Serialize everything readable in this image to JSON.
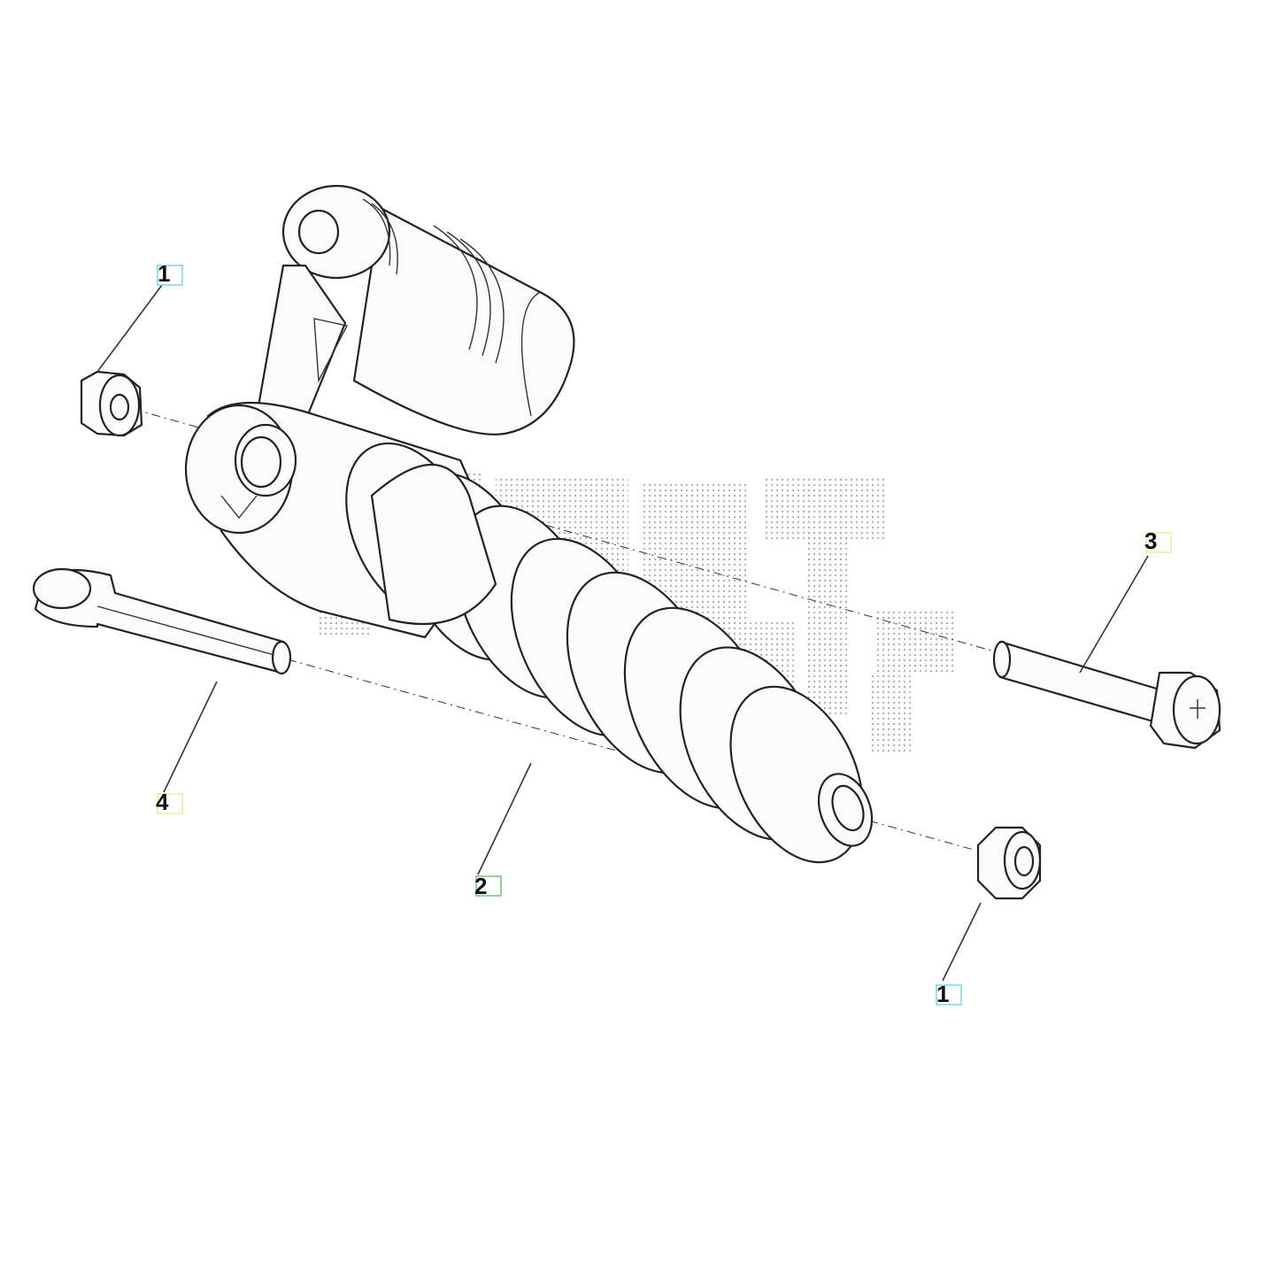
{
  "callouts": [
    {
      "id": "c1a",
      "label": "1",
      "color": "#7fd8e8"
    },
    {
      "id": "c3",
      "label": "3",
      "color": "#f0ec9c"
    },
    {
      "id": "c4",
      "label": "4",
      "color": "#f0ec9c"
    },
    {
      "id": "c2",
      "label": "2",
      "color": "#7cc47c"
    },
    {
      "id": "c1b",
      "label": "1",
      "color": "#7fd8e8"
    }
  ],
  "watermark": {
    "color": "#b8b8b8"
  },
  "parts": {
    "nut": "flange-nut",
    "shock": "rear-shock-absorber",
    "bolt": "flange-bolt",
    "spacer": "spacer-sleeve"
  }
}
